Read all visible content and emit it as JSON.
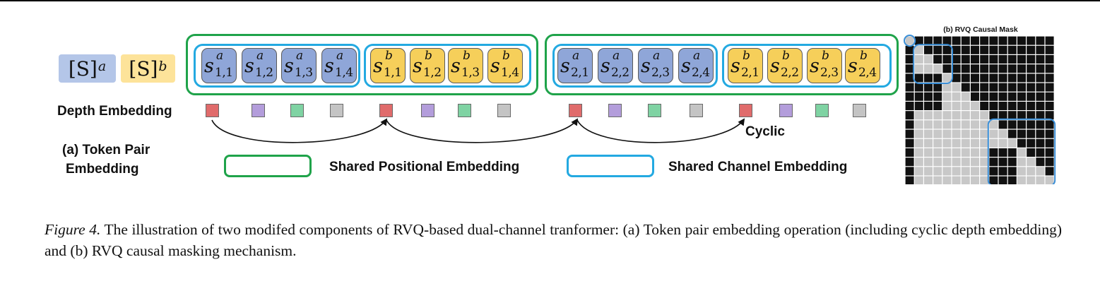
{
  "legend": {
    "channel_a": {
      "base": "[S]",
      "sup": "a",
      "color": "#b4c6e8"
    },
    "channel_b": {
      "base": "[S]",
      "sup": "b",
      "color": "#fde39a"
    }
  },
  "tokens": [
    {
      "channel": "a",
      "sup": "a",
      "sub": "1,1"
    },
    {
      "channel": "a",
      "sup": "a",
      "sub": "1,2"
    },
    {
      "channel": "a",
      "sup": "a",
      "sub": "1,3"
    },
    {
      "channel": "a",
      "sup": "a",
      "sub": "1,4"
    },
    {
      "channel": "b",
      "sup": "b",
      "sub": "1,1"
    },
    {
      "channel": "b",
      "sup": "b",
      "sub": "1,2"
    },
    {
      "channel": "b",
      "sup": "b",
      "sub": "1,3"
    },
    {
      "channel": "b",
      "sup": "b",
      "sub": "1,4"
    },
    {
      "channel": "a",
      "sup": "a",
      "sub": "2,1"
    },
    {
      "channel": "a",
      "sup": "a",
      "sub": "2,2"
    },
    {
      "channel": "a",
      "sup": "a",
      "sub": "2,3"
    },
    {
      "channel": "a",
      "sup": "a",
      "sub": "2,4"
    },
    {
      "channel": "b",
      "sup": "b",
      "sub": "2,1"
    },
    {
      "channel": "b",
      "sup": "b",
      "sub": "2,2"
    },
    {
      "channel": "b",
      "sup": "b",
      "sub": "2,3"
    },
    {
      "channel": "b",
      "sup": "b",
      "sub": "2,4"
    }
  ],
  "token_symbol": "s",
  "depth_embedding": {
    "label": "Depth Embedding",
    "cycle_colors": [
      "#e06b6b",
      "#b39ddb",
      "#7fd3a3",
      "#c4c4c4"
    ],
    "cyclic_label": "Cyclic"
  },
  "panel_a_label_line1": "(a) Token Pair",
  "panel_a_label_line2": "Embedding",
  "legend_boxes": {
    "positional": {
      "label": "Shared Positional Embedding",
      "color": "#1fa34a"
    },
    "channel": {
      "label": "Shared Channel Embedding",
      "color": "#23a9e1"
    }
  },
  "mask": {
    "title": "(b) RVQ Causal Mask",
    "size": 16,
    "colors": {
      "masked": "#111111",
      "visible": "#c8c8c8",
      "grid": "#ffffff",
      "highlight": "#3a8fd8"
    }
  },
  "caption": {
    "figure_number": "Figure 4.",
    "text": "The illustration of two modifed components of RVQ-based dual-channel tranformer: (a) Token pair embedding operation (including cyclic depth embedding) and (b) RVQ causal masking mechanism."
  }
}
